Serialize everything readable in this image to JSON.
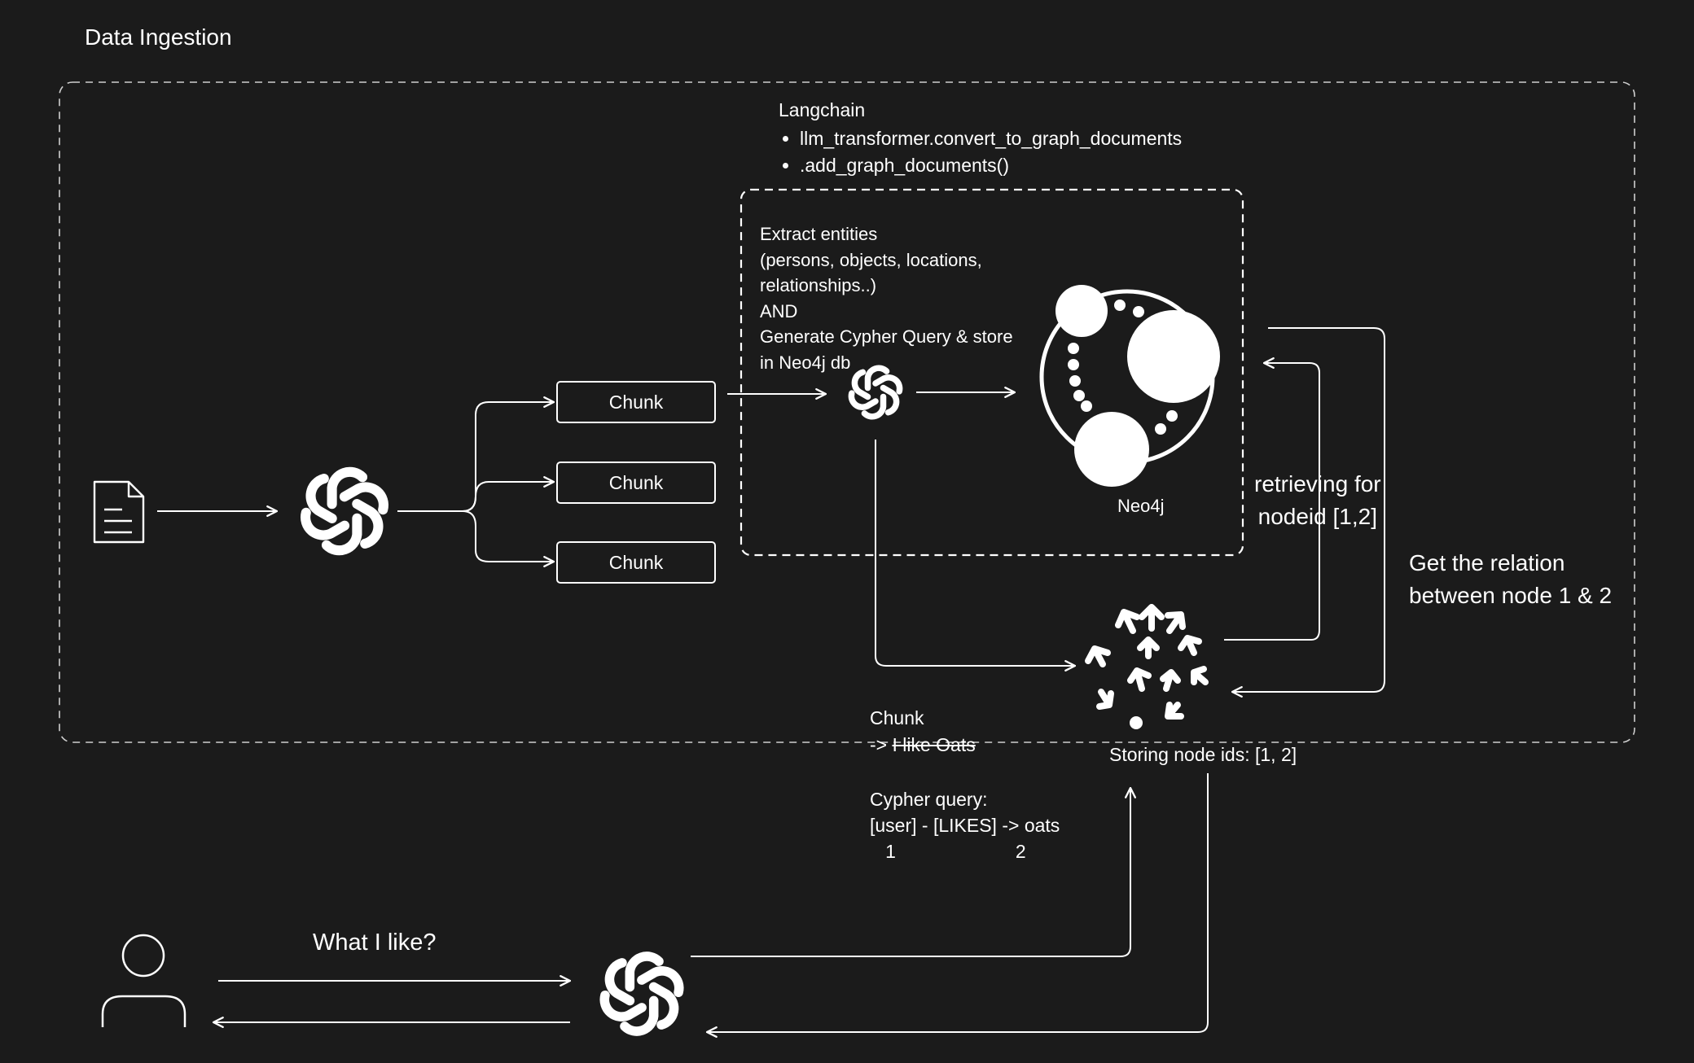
{
  "title": "Data Ingestion",
  "langchain": {
    "title": "Langchain",
    "items": [
      "llm_transformer.convert_to_graph_documents",
      ".add_graph_documents()"
    ]
  },
  "extract_note": {
    "lines": [
      "Extract entities",
      "(persons, objects, locations,",
      "relationships..)",
      "AND",
      "Generate Cypher Query & store",
      "in Neo4j db"
    ]
  },
  "chunks": [
    "Chunk",
    "Chunk",
    "Chunk"
  ],
  "neo4j_label": "Neo4j",
  "retrieve_note": {
    "line1": "retrieving for",
    "line2": "nodeid [1,2]"
  },
  "relation_note": {
    "line1": "Get the relation",
    "line2": "between node 1 & 2"
  },
  "chunk_example": {
    "label": "Chunk",
    "arrow": "-> ",
    "text": "I like Oats"
  },
  "cypher": {
    "label": "Cypher query:",
    "query": "[user] - [LIKES] -> oats",
    "ids": "   1                       2"
  },
  "storing": "Storing node ids: [1, 2]",
  "question": "What I like?",
  "icons": {
    "document": "document-icon",
    "openai": "openai-logo-icon",
    "neo4j": "neo4j-logo-icon",
    "vector_store": "vector-store-icon",
    "user": "user-icon"
  },
  "colors": {
    "background": "#1b1b1b",
    "foreground": "#ffffff"
  }
}
